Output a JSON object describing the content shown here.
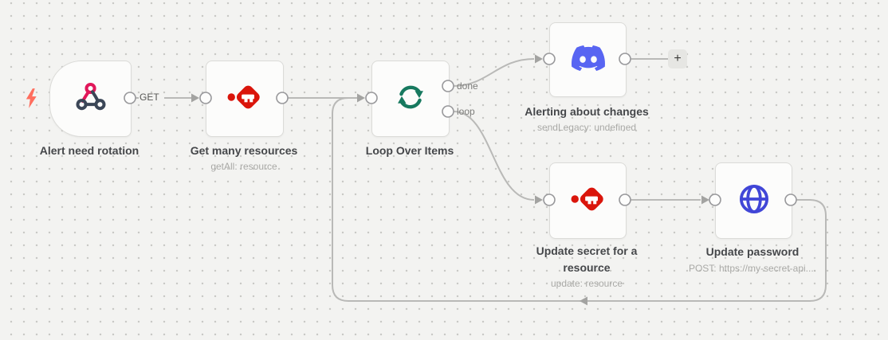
{
  "canvas": {
    "background": "#f3f3f1"
  },
  "colors": {
    "edge": "#b9b9b7",
    "arrow": "#a3a3a1",
    "discord": "#5865F2",
    "webhook_pink": "#e1175a",
    "webhook_dark": "#3b4657",
    "key_red": "#da150b",
    "loop_green": "#17795f",
    "http_blue": "#4146d7",
    "bolt": "#ff6e5e"
  },
  "nodes": [
    {
      "title": "Alert need rotation",
      "icon": "webhook-icon"
    },
    {
      "title": "Get many resources",
      "subtitle": "getAll: resource",
      "icon": "key-icon"
    },
    {
      "title": "Loop Over Items",
      "icon": "loop-icon",
      "outputs": [
        "done",
        "loop"
      ]
    },
    {
      "title": "Alerting about changes",
      "subtitle": "sendLegacy: undefined",
      "icon": "discord-icon"
    },
    {
      "title": "Update secret for a resource",
      "subtitle": "update: resource",
      "icon": "key-icon"
    },
    {
      "title": "Update password",
      "subtitle": "POST: https://my-secret-api....",
      "icon": "globe-icon"
    }
  ],
  "edge_labels": {
    "get": "GET"
  },
  "plus_button": {
    "label": "+"
  }
}
